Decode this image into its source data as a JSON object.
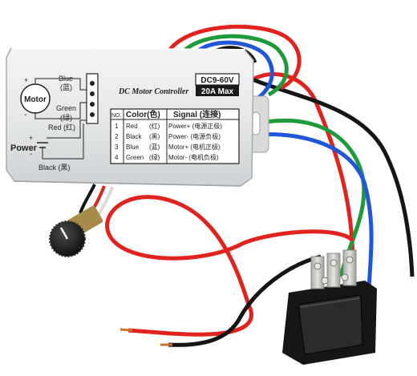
{
  "device": {
    "title": "DC Motor Controller",
    "voltage": "DC9-60V",
    "current": "20A Max"
  },
  "wiring_diagram": {
    "motor_label": "Motor",
    "motor_plus": "+",
    "motor_minus": "-",
    "blue_label": "Blue",
    "blue_cn": "(蓝)",
    "green_label": "Green",
    "green_cn": "(绿)",
    "red_label": "Red (红)",
    "power_label": "Power",
    "power_plus": "+",
    "power_minus": "-",
    "black_label": "Black (黑)"
  },
  "table": {
    "headers": [
      "NO.",
      "Color(色)",
      "Signal (连接)"
    ],
    "rows": [
      {
        "no": "1",
        "color": "Red",
        "color_cn": "(红)",
        "signal": "Power+ (电源正极)"
      },
      {
        "no": "2",
        "color": "Black",
        "color_cn": "(黑)",
        "signal": "Power- (电源负极)"
      },
      {
        "no": "3",
        "color": "Blue",
        "color_cn": "(蓝)",
        "signal": "Motor+ (电机正极)"
      },
      {
        "no": "4",
        "color": "Green",
        "color_cn": "(绿)",
        "signal": "Motor- (电机负极)"
      }
    ]
  },
  "colors": {
    "wire_red": "#e0231f",
    "wire_black": "#151515",
    "wire_blue": "#1f57d6",
    "wire_green": "#1f9a3a",
    "housing": "#e9ebec",
    "switch_body": "#161616",
    "terminal_metal": "#c9c9c7",
    "knob": "#1b1b1b",
    "copper": "#c8742f"
  }
}
